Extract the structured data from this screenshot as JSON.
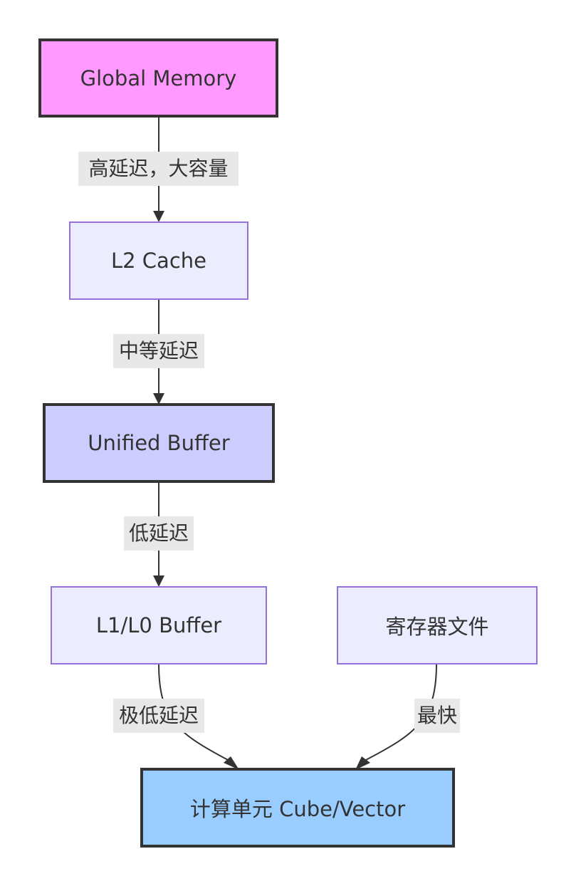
{
  "colors": {
    "global_fill": "#ff99ff",
    "l2_fill": "#ececff",
    "ub_fill": "#ccccff",
    "l1_fill": "#ececff",
    "reg_fill": "#ececff",
    "compute_fill": "#99ccff",
    "edge": "#333333",
    "label_bg": "#e8e8e8"
  },
  "nodes": {
    "global_memory": "Global Memory",
    "l2_cache": "L2 Cache",
    "unified_buffer": "Unified Buffer",
    "l1_l0_buffer": "L1/L0 Buffer",
    "register_file": "寄存器文件",
    "compute_unit": "计算单元 Cube/Vector"
  },
  "edges": {
    "global_to_l2": "高延迟，大容量",
    "l2_to_ub": "中等延迟",
    "ub_to_l1": "低延迟",
    "l1_to_compute": "极低延迟",
    "reg_to_compute": "最快"
  }
}
